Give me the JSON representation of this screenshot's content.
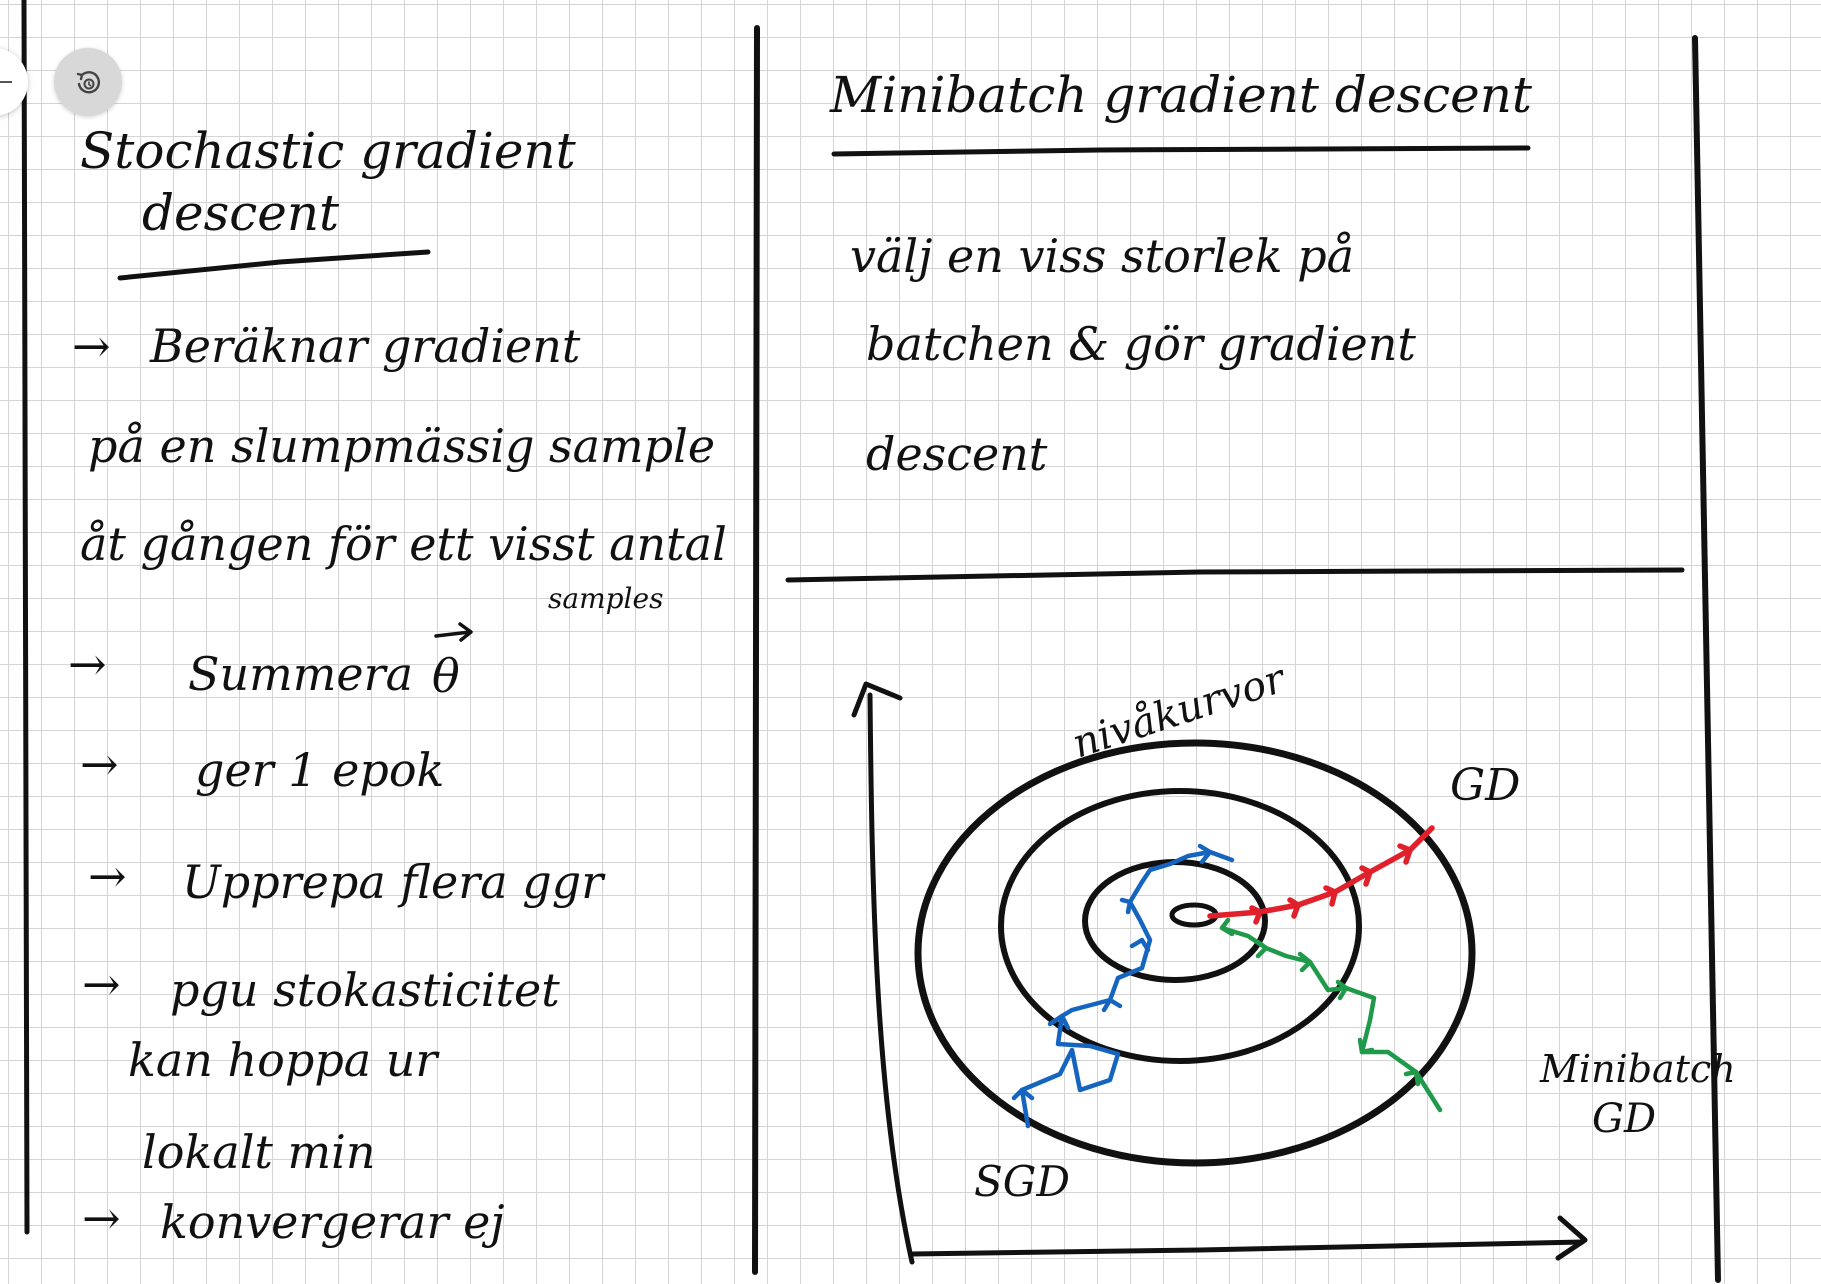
{
  "toolbar": {
    "collapse_icon": "minus-icon",
    "history_icon": "history-icon"
  },
  "left_column": {
    "title_line1": "Stochastic gradient",
    "title_line2": "descent",
    "arrow_glyph": "→",
    "lines": [
      "Beräknar gradient",
      "på en slumpmässig sample",
      "åt gången för ett visst antal",
      "samples",
      "Summera",
      "ger 1 epok",
      "Upprepa flera ggr",
      "pgu stokasticitet",
      "kan hoppa ur",
      "lokalt min",
      "konvergerar ej"
    ],
    "theta_symbol": "θ"
  },
  "right_column": {
    "title": "Minibatch gradient descent",
    "body_lines": [
      "välj en viss storlek på",
      "batchen & gör gradient",
      "descent"
    ]
  },
  "diagram": {
    "label_nivakurvor": "nivåkurvor",
    "label_gd": "GD",
    "label_minibatch_line1": "Minibatch",
    "label_minibatch_line2": "GD",
    "label_sgd": "SGD",
    "colors": {
      "ink": "#111111",
      "blue": "#1565c0",
      "red": "#e0202a",
      "green": "#1f9a4a",
      "grid": "#d4d4d4"
    }
  }
}
